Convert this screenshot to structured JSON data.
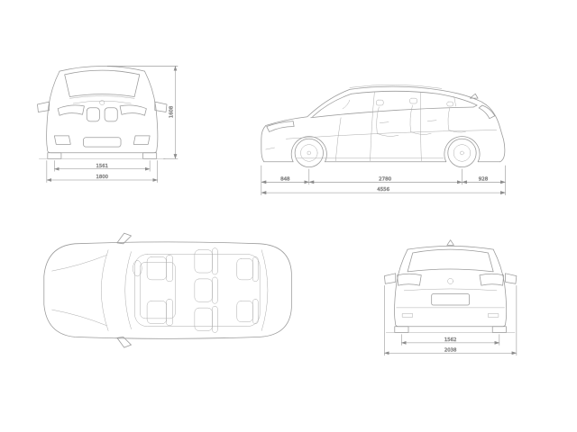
{
  "colors": {
    "background": "#ffffff",
    "line": "#9b9b9b",
    "dimension_line": "#8c8c8c",
    "dimension_text": "#7f7f7f"
  },
  "front_view": {
    "dims": {
      "track_front": "1561",
      "overall_width": "1800",
      "overall_height": "1608"
    }
  },
  "side_view": {
    "dims": {
      "front_overhang": "848",
      "wheelbase": "2780",
      "rear_overhang": "928",
      "overall_length": "4556"
    }
  },
  "rear_view": {
    "dims": {
      "track_rear": "1562",
      "width_incl_mirrors": "2038"
    }
  }
}
